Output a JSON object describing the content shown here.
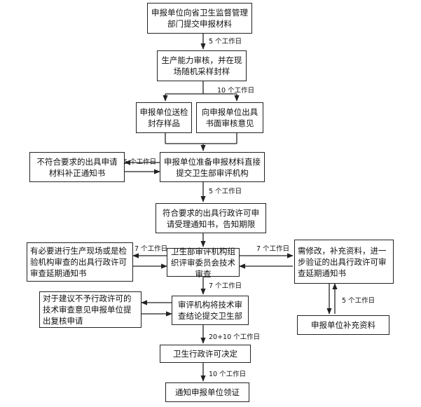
{
  "nodes": {
    "submit": "申报单位向省卫生监督管理部门提交申报材料",
    "inspect": "生产能力审核，并在现场随机采样封样",
    "send_sample": "申报单位送检封存样品",
    "opinion": "向申报单位出具书面审核意见",
    "prepare": "申报单位准备申报材料直接提交卫生部审评机构",
    "non_conform": "不符合要求的出具申请材料补正通知书",
    "accept": "符合要求的出具行政许可申请受理通知书，告知期限",
    "review": "卫生部审评机构组织评审委员会技术审查",
    "site_check": "有必要进行生产现场或是检验机构审查的出具行政许可审查延期通知书",
    "modify": "需修改，补充资料，进一步验证的出具行政许可审查延期通知书",
    "supplement": "申报单位补充资料",
    "conclusion": "审评机构将技术审查结论提交卫生部",
    "reexam": "对于建议不予行政许可的技术审查意见申报单位提出复核申请",
    "decision": "卫生行政许可决定",
    "notify": "通知申报单位领证"
  },
  "labels": {
    "d5a": "5 个工作日",
    "d10a": "10 个工作日",
    "d5b": "5 个工作日",
    "d5c": "5 个工作日",
    "d7a": "7 个工作日",
    "d7b": "7 个工作日",
    "d5d": "5 个工作日",
    "d7c": "7 个工作日",
    "d20": "20+10 个工作日",
    "d10b": "10 个工作日"
  }
}
